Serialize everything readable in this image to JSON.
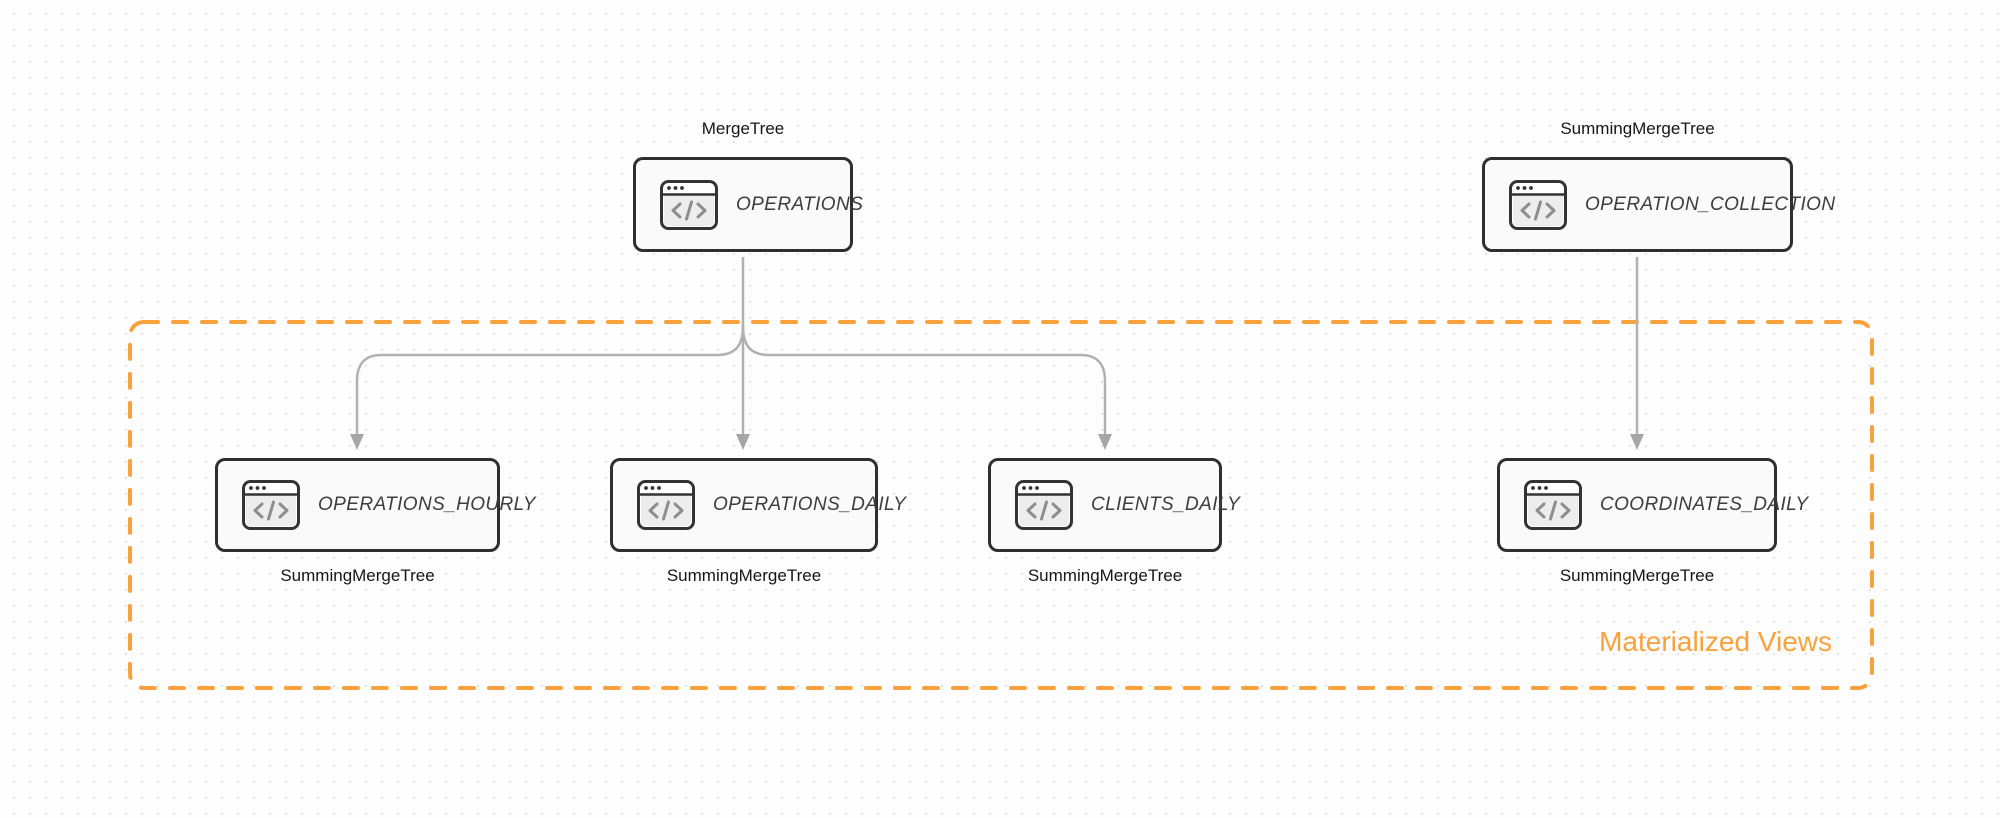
{
  "diagram": {
    "group_label": "Materialized Views",
    "background_color": "#fdfdfd",
    "dot_grid_color": "#e2e2e2",
    "accent_color": "#f9a23c",
    "node_border_color": "#2f2f2f",
    "node_fill_color": "#fafafa",
    "node_text_color": "#3d3d3d",
    "arrow_color": "#b1b1b1",
    "icon_name": "code-window-icon",
    "icon_glyph": "</>"
  },
  "nodes": [
    {
      "id": "operations",
      "title": "OPERATIONS",
      "engine": "MergeTree",
      "engine_position": "top"
    },
    {
      "id": "operation-collection",
      "title": "OPERATION_COLLECTION",
      "engine": "SummingMergeTree",
      "engine_position": "top"
    },
    {
      "id": "operations-hourly",
      "title": "OPERATIONS_HOURLY",
      "engine": "SummingMergeTree",
      "engine_position": "bottom"
    },
    {
      "id": "operations-daily",
      "title": "OPERATIONS_DAILY",
      "engine": "SummingMergeTree",
      "engine_position": "bottom"
    },
    {
      "id": "clients-daily",
      "title": "CLIENTS_DAILY",
      "engine": "SummingMergeTree",
      "engine_position": "bottom"
    },
    {
      "id": "coordinates-daily",
      "title": "COORDINATES_DAILY",
      "engine": "SummingMergeTree",
      "engine_position": "bottom"
    }
  ],
  "edges": [
    {
      "from": "operations",
      "to": "operations-hourly"
    },
    {
      "from": "operations",
      "to": "operations-daily"
    },
    {
      "from": "operations",
      "to": "clients-daily"
    },
    {
      "from": "operation-collection",
      "to": "coordinates-daily"
    }
  ]
}
